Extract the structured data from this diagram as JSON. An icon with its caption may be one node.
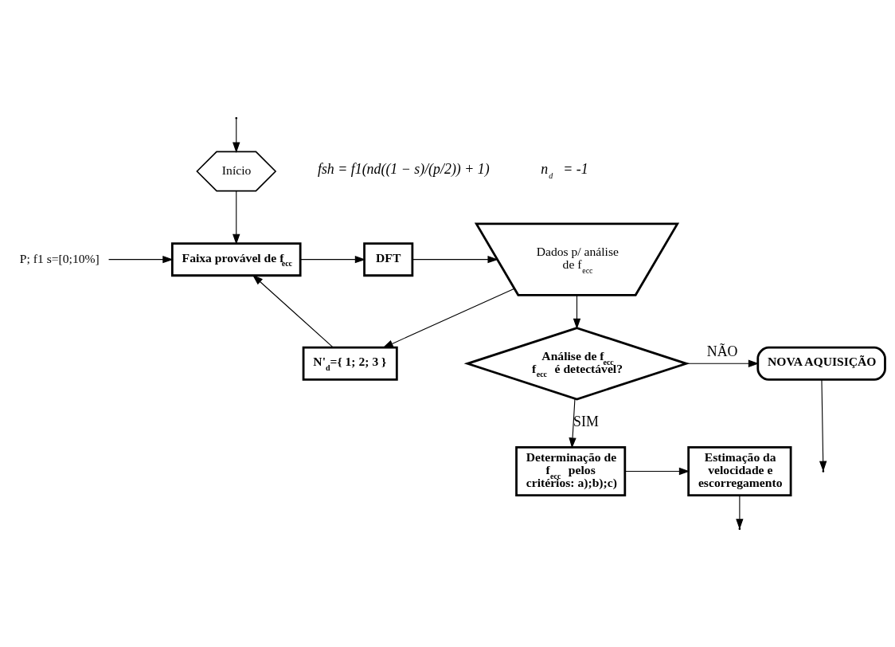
{
  "diagram": {
    "nodes": [
      {
        "text": [
          "Início"
        ]
      },
      {
        "text": [
          "P; f1 s=[0;10%]"
        ]
      },
      {
        "text": [
          "Faixa provável de f$_{ecc}$"
        ]
      },
      {
        "text": [
          "DFT"
        ]
      },
      {
        "text": [
          "Dados p/ análise de f$_{ecc}$"
        ]
      },
      {
        "text": [
          "N'$_{d}$={ 1; 2; 3 }"
        ]
      },
      {
        "text": [
          "Análise de f$_{ecc}$",
          "f$_{ecc}$ é detectável?"
        ]
      },
      {
        "text": [
          "NOVA AQUISIÇÃO"
        ]
      },
      {
        "text": [
          "Determinação de f$_{ecc}$ pelos critérios: a);b);c)"
        ]
      },
      {
        "text": [
          "Estimação da velocidade e escorregamento"
        ]
      }
    ],
    "edges": [
      {
        "from": null,
        "to": 0,
        "arrow": "to"
      },
      {
        "from": 0,
        "to": 2,
        "arrow": "to"
      },
      {
        "from": 1,
        "to": 2,
        "arrow": "to"
      },
      {
        "from": 2,
        "to": 3,
        "arrow": "to"
      },
      {
        "from": 3,
        "to": 4,
        "arrow": "to"
      },
      {
        "from": 4,
        "to": 5,
        "arrow": "to"
      },
      {
        "from": 5,
        "to": 2,
        "arrow": "to"
      },
      {
        "from": 4,
        "to": 6,
        "arrow": "to"
      },
      {
        "from": 6,
        "to": 7,
        "arrow": "to",
        "label": "NÃO"
      },
      {
        "from": 7,
        "to": null,
        "arrow": "to"
      },
      {
        "from": 6,
        "to": 8,
        "arrow": "to",
        "label": "SIM"
      },
      {
        "from": 8,
        "to": 9,
        "arrow": "to"
      },
      {
        "from": 9,
        "to": null,
        "arrow": "to"
      }
    ],
    "labels": [
      "fsh = f1(nd((1 − s)/(p/2)) + 1)",
      "n$_{d}$ = -1"
    ]
  }
}
